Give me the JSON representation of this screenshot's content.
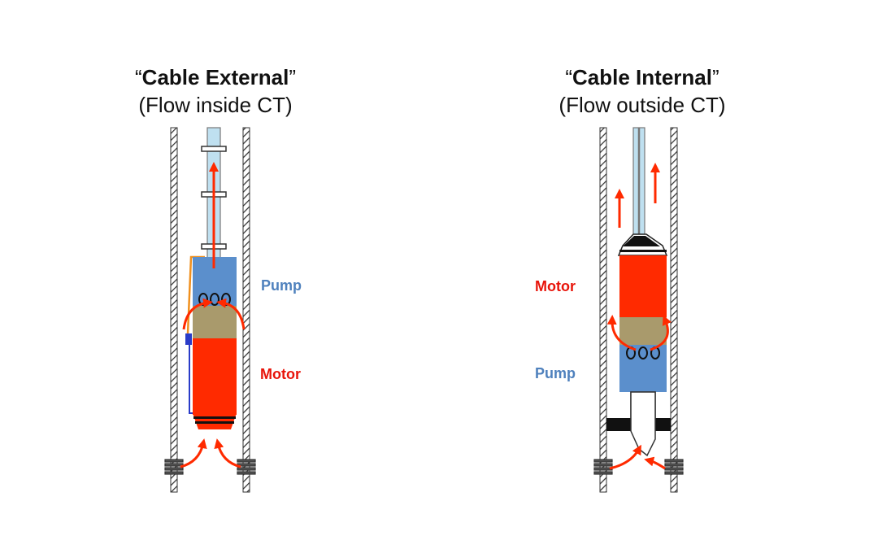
{
  "colors": {
    "pump": "#5b8fcc",
    "motor": "#ff2a00",
    "seal": "#a99a6c",
    "tubing": "#bfe0f0",
    "arrow": "#ff2a00",
    "casing": "#333333",
    "pump_label": "#4f81bd",
    "motor_label": "#e8140a"
  },
  "left_diagram": {
    "title_open_quote": "“",
    "title_bold": "Cable External",
    "title_close_quote": "”",
    "subtitle": "(Flow inside CT)",
    "pump_label": "Pump",
    "motor_label": "Motor"
  },
  "right_diagram": {
    "title_open_quote": "“",
    "title_bold": "Cable Internal",
    "title_close_quote": "”",
    "subtitle": "(Flow outside CT)",
    "motor_label": "Motor",
    "pump_label": "Pump"
  }
}
